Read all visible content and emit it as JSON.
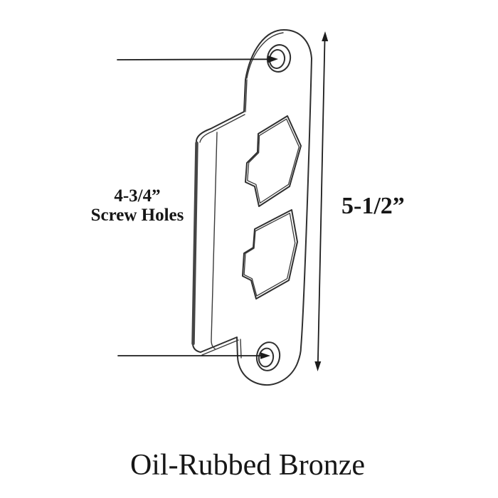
{
  "diagram": {
    "labels": {
      "screw_holes_dimension": "4-3/4”",
      "screw_holes_text": "Screw Holes",
      "plate_height": "5-1/2”"
    },
    "caption": "Oil-Rubbed Bronze",
    "colors": {
      "background": "#ffffff",
      "line": "#2f2f2f",
      "text": "#161616"
    },
    "drawing_elements": [
      "strike-plate",
      "left-flange-edge",
      "upper-latch-cutout",
      "lower-latch-cutout",
      "top-screw-hole",
      "bottom-screw-hole",
      "top-screw-arrow",
      "bottom-screw-arrow",
      "height-dimension-line"
    ]
  }
}
